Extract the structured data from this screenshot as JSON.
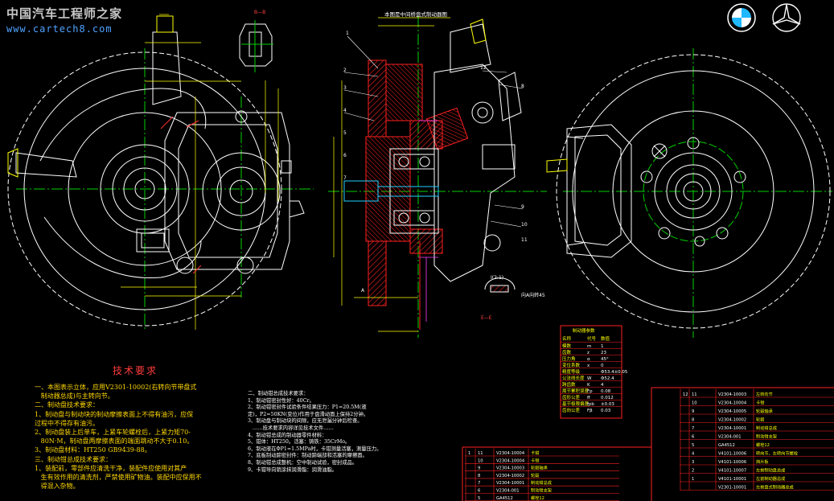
{
  "watermark": {
    "cn": "中国汽车工程师之家",
    "url": "www.cartech8.com"
  },
  "top_note": "本图是中间桥盘式制动器图",
  "section_labels": {
    "bb": "B—B",
    "ee": "E—E",
    "a": "A",
    "zoom": "Ⅰ(2:1)",
    "view": "向A向转45"
  },
  "tech_title": "技术要求",
  "tech_left": [
    "一、本图表示立体，应用V2301-10002(右转向节带盘式",
    "   制动器总成)与主转向节。",
    "二、制动盘技术要求：",
    "1、制动盘与制动块的制动摩擦表面上不得有油污，应保",
    "过程中不得存有油污。",
    "2、制动盘装上后单车，上紧车轮螺栓后，上紧力矩70-",
    "   80N·M，制动盘两摩擦表面的端面跳动不大于0.10。",
    "3、制动盘材料：HT250 GB9439-88。",
    "三、制动钳总成技术要求：",
    "1、装配前，零部件应清洗干净，装配件应使用对其产",
    "   生有效作用的清洗剂，严禁使用矿物油。装配中应保用不",
    "   得混入杂物。"
  ],
  "tech_mid": [
    "二、制动钳总成技术要求：",
    "1、制动钳密封性好：40Cr。",
    "2、制动钳密封件试验条件结果压力：P1=20.5M(液",
    "定)，P2=50KN(变位)作用于盘滑动面上保持2分钟。",
    "3、制动盘与制动块的间隙，应无泄漏分钟后检查。",
    "   ……技术要求内容详见技术文件……",
    "4、制动钳总成的制动器零件材料：",
    "5、钳体：HT250。活塞：铸铁：35CrMo。",
    "6、制动液在ΦP1=1.5MPa时，卡钳测量活塞，测量压力。",
    "7、底板制动蹄密封件：制动蹄端部和活塞的摩擦面。",
    "8、制动钳总成整机：空中制动试验，密封成品。",
    "9、卡钳导向销涂抹润滑脂：润滑油脂。"
  ],
  "param_table": {
    "title": "制动器参数",
    "header": [
      "名称",
      "代号",
      "数值"
    ],
    "rows": [
      [
        "模数",
        "m",
        "1"
      ],
      [
        "齿数",
        "z",
        "23"
      ],
      [
        "压力角",
        "α",
        "45°"
      ],
      [
        "变位系数",
        "x",
        "0"
      ],
      [
        "精度等级",
        "",
        "Φ53.4±0.05"
      ],
      [
        "公法线长度",
        "W",
        "Φ52.4"
      ],
      [
        "跨齿数",
        "K",
        "4"
      ],
      [
        "周节累积误差",
        "Fp",
        "0.08"
      ],
      [
        "齿形公差",
        "ff",
        "0.012"
      ],
      [
        "基节极限偏差",
        "fpb",
        "±0.03"
      ],
      [
        "齿向公差",
        "Fβ",
        "0.03"
      ]
    ]
  },
  "bom_right": [
    [
      "12",
      "11",
      "V2304-10003",
      "左转向节"
    ],
    [
      "",
      "10",
      "V2304-10004",
      "卡钳"
    ],
    [
      "",
      "9",
      "V2304-10005",
      "轮毂轴承"
    ],
    [
      "",
      "8",
      "V2304-10002",
      "轮毂"
    ],
    [
      "",
      "7",
      "V2304-10001",
      "制动钳总成"
    ],
    [
      "",
      "6",
      "V2304-001",
      "制动钳支架"
    ],
    [
      "",
      "5",
      "GA4512",
      "螺栓12"
    ],
    [
      "",
      "4",
      "V4101-10006",
      "转向节、左转向节螺栓"
    ],
    [
      "",
      "3",
      "V4101-10006",
      "挡片板"
    ],
    [
      "",
      "2",
      "V4101-10007",
      "左前制动盘总成"
    ],
    [
      "",
      "1",
      "V4101-10001",
      "左前制动器总成"
    ],
    [
      "",
      "",
      "V2301-10001",
      "左前盘式制动器总成"
    ]
  ],
  "bom_mid": [
    [
      "1",
      "11",
      "V2304-10004",
      "卡钳"
    ],
    [
      "",
      "10",
      "V2304-10004",
      "卡钳"
    ],
    [
      "",
      "9",
      "V2304-10003",
      "轮毂轴承"
    ],
    [
      "",
      "8",
      "V2304-10002",
      "轮毂"
    ],
    [
      "",
      "7",
      "V2304-10001",
      "制动钳总成"
    ],
    [
      "",
      "6",
      "V2304-001",
      "制动钳支架"
    ],
    [
      "",
      "5",
      "GA4512",
      "螺栓12"
    ]
  ],
  "callouts": [
    "1",
    "2",
    "3",
    "4",
    "5",
    "6",
    "7",
    "8",
    "9",
    "10",
    "11",
    "12"
  ],
  "colors": {
    "bg": "#000000",
    "outline": "#ffffff",
    "center": "#00d000",
    "hatch": "#ff2020",
    "dim": "#ffff00",
    "cyan": "#20d0ff",
    "magenta": "#ff40ff",
    "blue": "#3c7dff"
  }
}
